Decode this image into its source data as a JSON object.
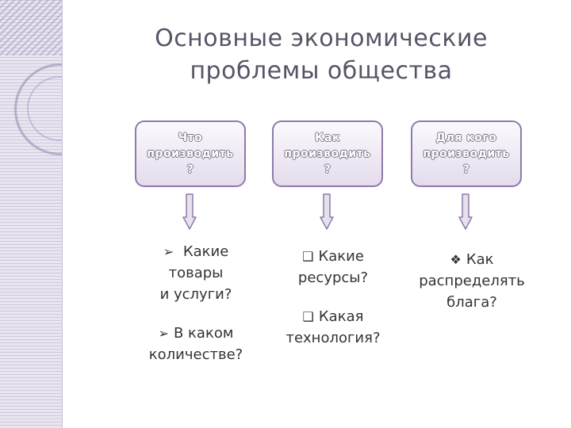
{
  "title": {
    "line1": "Основные экономические",
    "line2": "проблемы общества"
  },
  "boxes": [
    {
      "line1": "Что",
      "line2": "производить",
      "line3": "?"
    },
    {
      "line1": "Как",
      "line2": "производить",
      "line3": "?"
    },
    {
      "line1": "Для кого",
      "line2": "производить",
      "line3": "?"
    }
  ],
  "columns": {
    "col1": {
      "item1": {
        "bullet": "➢",
        "line1": "Какие",
        "line2": "товары",
        "line3": "и услуги?"
      },
      "item2": {
        "bullet": "➢",
        "line1": "В каком",
        "line2": "количестве?"
      }
    },
    "col2": {
      "item1": {
        "bullet": "❑",
        "line1": "Какие",
        "line2": "ресурсы?"
      },
      "item2": {
        "bullet": "❑",
        "line1": "Какая",
        "line2": "технология?"
      }
    },
    "col3": {
      "item1": {
        "bullet": "❖",
        "line1": "Как",
        "line2": "распределять",
        "line3": "блага?"
      }
    }
  },
  "colors": {
    "accent": "#8e7aab",
    "title_text": "#555566",
    "arrow_fill": "#e7e1ee"
  },
  "icons": {
    "arrow": "down-arrow-icon"
  }
}
